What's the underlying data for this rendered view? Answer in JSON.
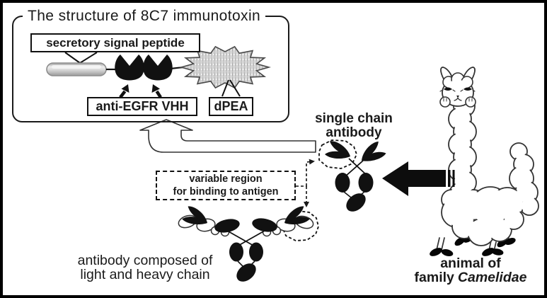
{
  "figure": {
    "title": "The structure of 8C7 immunotoxin",
    "construct": {
      "signal_peptide_label": "secretory signal peptide",
      "vhh_label": "anti-EGFR VHH",
      "toxin_label": "dPEA"
    },
    "annotations": {
      "single_chain": {
        "line1": "single chain",
        "line2": "antibody"
      },
      "variable_region": {
        "line1": "variable region",
        "line2": "for binding to antigen"
      },
      "conventional": {
        "line1": "antibody composed of",
        "line2": "light and heavy chain"
      },
      "camelid": {
        "line1": "animal of",
        "line2_prefix": "family",
        "line2_species": "Camelidae"
      }
    },
    "colors": {
      "ink": "#1a1a1a",
      "background": "#ffffff",
      "capsule_fill_light": "#efefef",
      "capsule_fill_dark": "#9a9a9a",
      "capsule_border": "#8d8d8d",
      "burst_outline": "#4a4a4a",
      "burst_hatch": "#9b9b9b"
    }
  }
}
